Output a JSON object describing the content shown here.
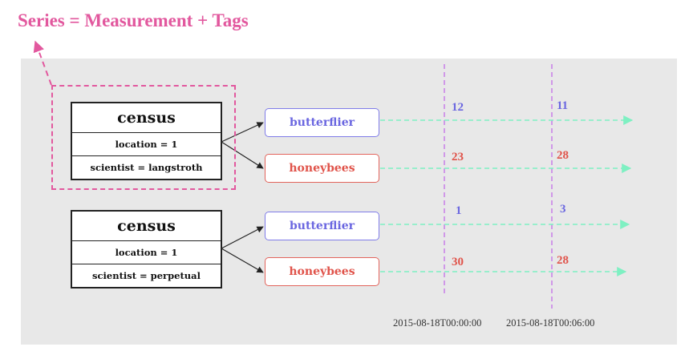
{
  "title": "Series = Measurement + Tags",
  "colors": {
    "title_pink": "#e2589e",
    "blue_field": "#6a66e0",
    "red_field": "#e0534a",
    "timeline_green": "#7ef0c2",
    "time_marker_purple": "#c77ee8"
  },
  "series": [
    {
      "measurement": "census",
      "tags": [
        "location = 1",
        "scientist = langstroth"
      ],
      "fields": [
        "butterflier",
        "honeybees"
      ],
      "values": [
        [
          "12",
          "11"
        ],
        [
          "23",
          "28"
        ]
      ]
    },
    {
      "measurement": "census",
      "tags": [
        "location = 1",
        "scientist = perpetual"
      ],
      "fields": [
        "butterflier",
        "honeybees"
      ],
      "values": [
        [
          "1",
          "3"
        ],
        [
          "30",
          "28"
        ]
      ]
    }
  ],
  "timestamps": [
    "2015-08-18T00:00:00",
    "2015-08-18T00:06:00"
  ]
}
